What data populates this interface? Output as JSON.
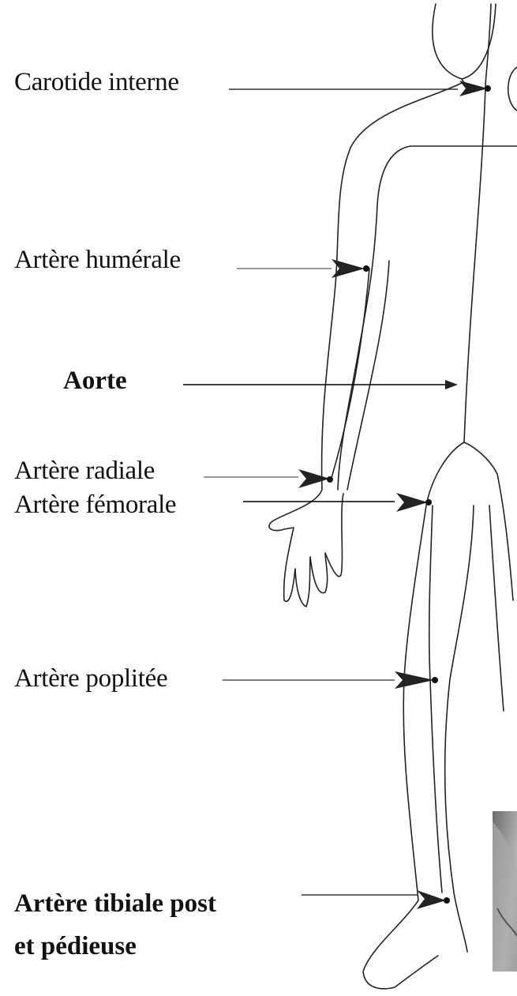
{
  "labels": {
    "carotid": "Carotide interne",
    "humeral": "Artère humérale",
    "aorta": "Aorte",
    "radial": "Artère radiale",
    "femoral": "Artère fémorale",
    "popliteal": "Artère poplitée",
    "tibial_line1": "Artère tibiale post",
    "tibial_line2": "et pédieuse"
  }
}
